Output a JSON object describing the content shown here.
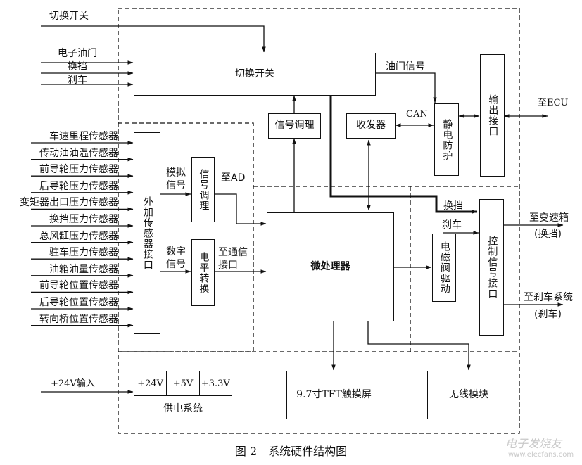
{
  "diagram": {
    "caption": "图 2　系统硬件结构图",
    "inputs": {
      "switch": "切换开关",
      "throttle": "电子油门",
      "shift": "换挡",
      "brake": "刹车",
      "power_in": "+24V输入"
    },
    "blocks": {
      "switch_box": "切换开关",
      "signal_cond": "信号调理",
      "transceiver": "收发器",
      "static_protect": "静电防护",
      "output_iface": "输出接口",
      "sensor_iface": "外加传感器接口",
      "sig_cond2": "信号调理",
      "level_conv": "电平转换",
      "mcu": "微处理器",
      "solenoid": "电磁阀驱动",
      "ctrl_iface": "控制信号接口",
      "power": {
        "v24": "+24V",
        "v5": "+5V",
        "v33": "+3.3V",
        "label": "供电系统"
      },
      "tft": "9.7寸TFT触摸屏",
      "wireless": "无线模块"
    },
    "labels": {
      "throttle_sig": "油门信号",
      "can": "CAN",
      "to_ecu": "至ECU",
      "analog": "模拟信号",
      "digital": "数字信号",
      "to_ad": "至AD",
      "to_comm": "至通信接口",
      "shift": "换挡",
      "brake": "刹车",
      "to_gearbox": "至变速箱",
      "gearbox_sub": "(换挡)",
      "to_brake": "至刹车系统",
      "brake_sub": "(刹车)"
    },
    "sensors": [
      "车速里程传感器",
      "传动油油温传感器",
      "前导轮压力传感器",
      "后导轮压力传感器",
      "变矩器出口压力传感器",
      "换挡压力传感器",
      "总风缸压力传感器",
      "驻车压力传感器",
      "油箱油量传感器",
      "前导轮位置传感器",
      "后导轮位置传感器",
      "转向桥位置传感器"
    ],
    "watermark": {
      "brand": "电子发烧友",
      "url": "www.elecfans.com"
    }
  }
}
